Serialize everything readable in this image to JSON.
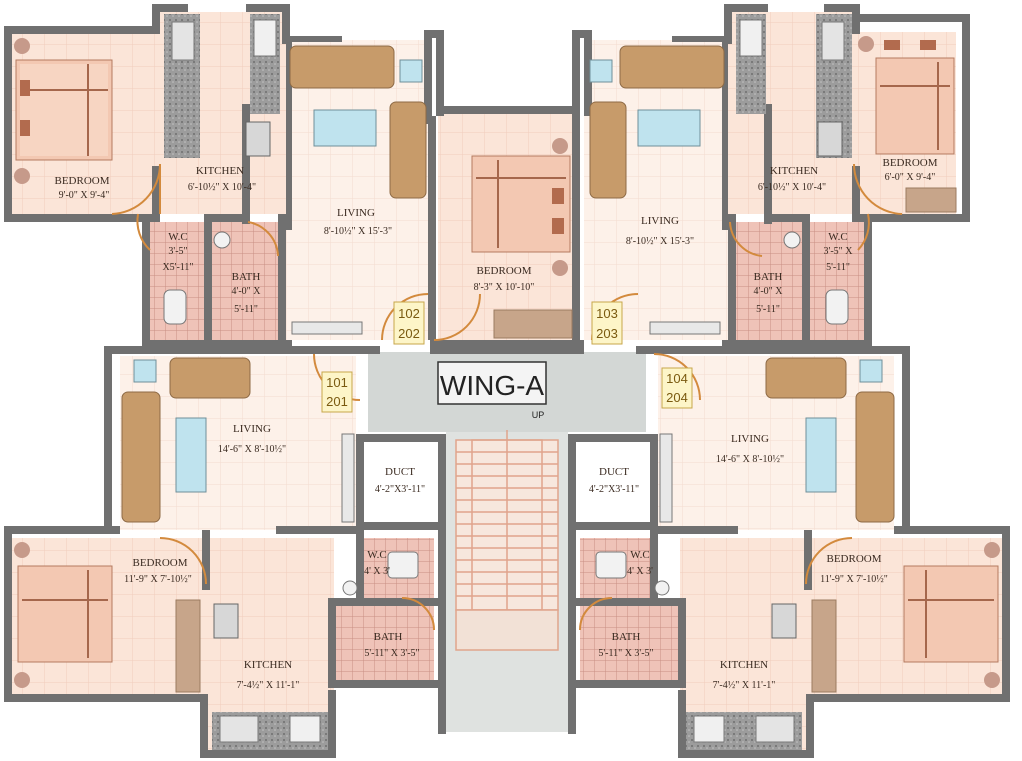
{
  "title": "WING-A",
  "stair_label": "UP",
  "colors": {
    "wall": "#6f6f6f",
    "floor_pink": "#fbe3d6",
    "floor_light": "#fdf0e8",
    "wet_tile": "#e9b9b0",
    "lobby": "#d2d6d4",
    "sofa": "#c79b6a",
    "door": "#d38a3d",
    "table": "#bfe3ee"
  },
  "rooms": [
    {
      "name": "BEDROOM",
      "dim": "9'-0\" X 9'-4\""
    },
    {
      "name": "KITCHEN",
      "dim": "6'-10½\" X 10'-4\""
    },
    {
      "name": "LIVING",
      "dim": "8'-10½\" X 15'-3\""
    },
    {
      "name": "W.C",
      "dim": "3'-5\""
    },
    {
      "name": "",
      "dim": "X5'-11\""
    },
    {
      "name": "BATH",
      "dim": "4'-0\" X"
    },
    {
      "name": "",
      "dim": "5'-11\""
    },
    {
      "name": "BEDROOM",
      "dim": "8'-3\" X 10'-10\""
    },
    {
      "name": "LIVING",
      "dim": "8'-10½\" X 15'-3\""
    },
    {
      "name": "KITCHEN",
      "dim": "6'-10½\" X 10'-4\""
    },
    {
      "name": "BEDROOM",
      "dim": "6'-0\" X 9'-4\""
    },
    {
      "name": "BATH",
      "dim": "4'-0\" X"
    },
    {
      "name": "",
      "dim": "5'-11\""
    },
    {
      "name": "W.C",
      "dim": "3'-5\" X"
    },
    {
      "name": "",
      "dim": "5'-11\""
    },
    {
      "name": "LIVING",
      "dim": "14'-6\" X 8'-10½\""
    },
    {
      "name": "DUCT",
      "dim": "4'-2\"X3'-11\""
    },
    {
      "name": "DUCT",
      "dim": "4'-2\"X3'-11\""
    },
    {
      "name": "LIVING",
      "dim": "14'-6\" X 8'-10½\""
    },
    {
      "name": "BEDROOM",
      "dim": "11'-9\" X 7'-10½\""
    },
    {
      "name": "W.C",
      "dim": "4' X 3'"
    },
    {
      "name": "W.C",
      "dim": "4' X 3'"
    },
    {
      "name": "BEDROOM",
      "dim": "11'-9\" X 7'-10½\""
    },
    {
      "name": "BATH",
      "dim": "5'-11\" X 3'-5\""
    },
    {
      "name": "BATH",
      "dim": "5'-11\" X 3'-5\""
    },
    {
      "name": "KITCHEN",
      "dim": "7'-4½\" X 11'-1\""
    },
    {
      "name": "KITCHEN",
      "dim": "7'-4½\" X 11'-1\""
    }
  ],
  "units": [
    {
      "top": "102",
      "bottom": "202"
    },
    {
      "top": "103",
      "bottom": "203"
    },
    {
      "top": "101",
      "bottom": "201"
    },
    {
      "top": "104",
      "bottom": "204"
    }
  ]
}
